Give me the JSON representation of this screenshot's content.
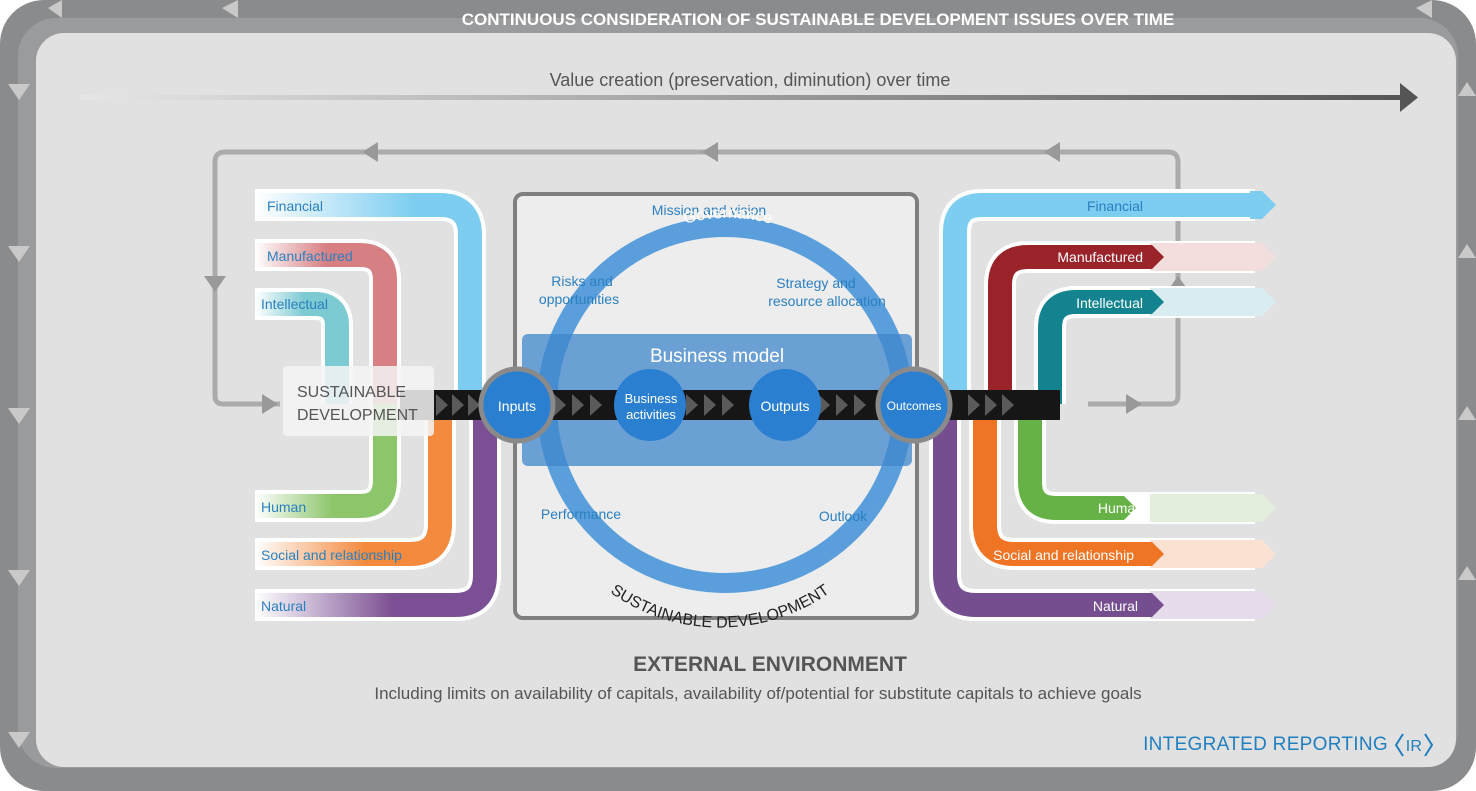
{
  "header": {
    "banner": "CONTINUOUS CONSIDERATION OF SUSTAINABLE DEVELOPMENT ISSUES OVER TIME",
    "time_axis": "Value creation (preservation, diminution) over time"
  },
  "inputs_capitals": [
    {
      "label": "Financial",
      "color": "#7ccdf0"
    },
    {
      "label": "Manufactured",
      "color": "#c9555a"
    },
    {
      "label": "Intellectual",
      "color": "#5bbcc6"
    },
    {
      "label": "Human",
      "color": "#8cc56a"
    },
    {
      "label": "Social and relationship",
      "color": "#f38a3e"
    },
    {
      "label": "Natural",
      "color": "#7b4f93"
    }
  ],
  "outcome_capitals": [
    {
      "label": "Financial",
      "color": "#7ccdf0"
    },
    {
      "label": "Manufactured",
      "color": "#9a232a"
    },
    {
      "label": "Intellectual",
      "color": "#12838f"
    },
    {
      "label": "Human",
      "color": "#67b247"
    },
    {
      "label": "Social and relationship",
      "color": "#ef7424"
    },
    {
      "label": "Natural",
      "color": "#744e8e"
    }
  ],
  "sd_label": {
    "line1": "SUSTAINABLE",
    "line2": "DEVELOPMENT"
  },
  "center": {
    "mission": "Mission and vision",
    "governance": "Governance",
    "risks_line1": "Risks and",
    "risks_line2": "opportunities",
    "strategy_line1": "Strategy and",
    "strategy_line2": "resource allocation",
    "business_model": "Business model",
    "inputs": "Inputs",
    "activities_line1": "Business",
    "activities_line2": "activities",
    "outputs": "Outputs",
    "outcomes": "Outcomes",
    "performance": "Performance",
    "outlook": "Outlook",
    "sustainable": "SUSTAINABLE DEVELOPMENT"
  },
  "footer": {
    "title": "EXTERNAL ENVIRONMENT",
    "subtitle": "Including limits on availability of capitals, availability of/potential for substitute capitals to achieve goals",
    "brand": "INTEGRATED REPORTING",
    "brand_mark": "IR"
  },
  "colors": {
    "frame": "#8a8b8d",
    "panel": "#e1e1e1",
    "ring": "#5a9fdc",
    "band": "#4f8fd0",
    "node": "#2a7fd0",
    "text_blue": "#2a7fc0",
    "text_grey": "#555555"
  }
}
